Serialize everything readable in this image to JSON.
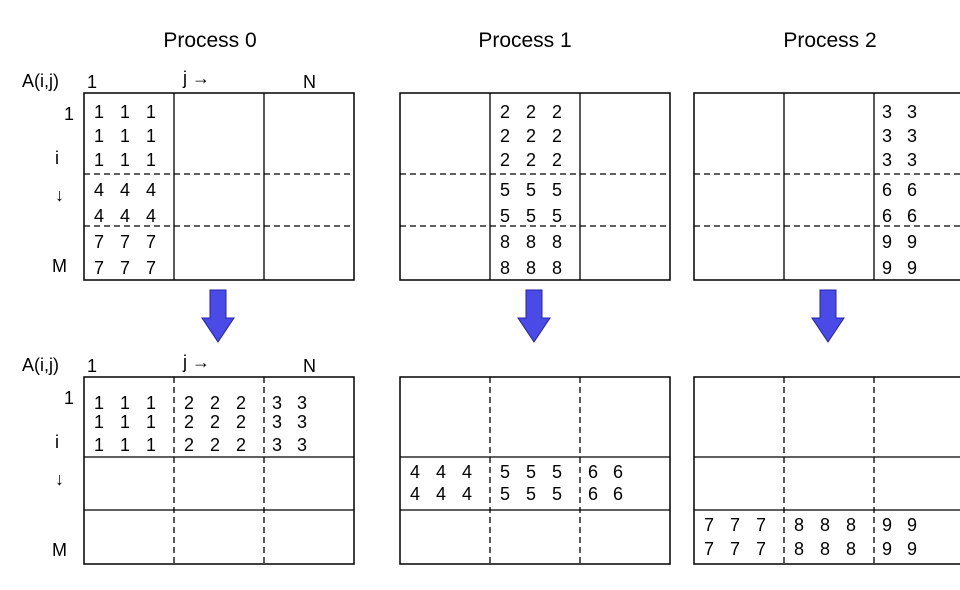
{
  "processes": [
    {
      "title": "Process 0",
      "axis": {
        "matrix_label": "A(i,j)",
        "col_first": "1",
        "col_arrow": "j →",
        "col_last": "N",
        "row_first": "1",
        "row_i": "i",
        "row_arrow": "↓",
        "row_last": "M"
      },
      "before": [
        {
          "col": 0,
          "row": 0,
          "values": [
            "1",
            "1",
            "1"
          ]
        },
        {
          "col": 0,
          "row": 1,
          "values": [
            "1",
            "1",
            "1"
          ]
        },
        {
          "col": 0,
          "row": 2,
          "values": [
            "1",
            "1",
            "1"
          ]
        },
        {
          "col": 0,
          "row": 3,
          "values": [
            "4",
            "4",
            "4"
          ]
        },
        {
          "col": 0,
          "row": 4,
          "values": [
            "4",
            "4",
            "4"
          ]
        },
        {
          "col": 0,
          "row": 5,
          "values": [
            "7",
            "7",
            "7"
          ]
        },
        {
          "col": 0,
          "row": 6,
          "values": [
            "7",
            "7",
            "7"
          ]
        }
      ],
      "after": [
        {
          "col": 0,
          "row": 0,
          "values": [
            "1",
            "1",
            "1"
          ]
        },
        {
          "col": 0,
          "row": 1,
          "values": [
            "1",
            "1",
            "1"
          ]
        },
        {
          "col": 0,
          "row": 2,
          "values": [
            "1",
            "1",
            "1"
          ]
        },
        {
          "col": 1,
          "row": 0,
          "values": [
            "2",
            "2",
            "2"
          ]
        },
        {
          "col": 1,
          "row": 1,
          "values": [
            "2",
            "2",
            "2"
          ]
        },
        {
          "col": 1,
          "row": 2,
          "values": [
            "2",
            "2",
            "2"
          ]
        },
        {
          "col": 2,
          "row": 0,
          "values": [
            "3",
            "3"
          ]
        },
        {
          "col": 2,
          "row": 1,
          "values": [
            "3",
            "3"
          ]
        },
        {
          "col": 2,
          "row": 2,
          "values": [
            "3",
            "3"
          ]
        }
      ]
    },
    {
      "title": "Process 1",
      "before": [
        {
          "col": 1,
          "row": 0,
          "values": [
            "2",
            "2",
            "2"
          ]
        },
        {
          "col": 1,
          "row": 1,
          "values": [
            "2",
            "2",
            "2"
          ]
        },
        {
          "col": 1,
          "row": 2,
          "values": [
            "2",
            "2",
            "2"
          ]
        },
        {
          "col": 1,
          "row": 3,
          "values": [
            "5",
            "5",
            "5"
          ]
        },
        {
          "col": 1,
          "row": 4,
          "values": [
            "5",
            "5",
            "5"
          ]
        },
        {
          "col": 1,
          "row": 5,
          "values": [
            "8",
            "8",
            "8"
          ]
        },
        {
          "col": 1,
          "row": 6,
          "values": [
            "8",
            "8",
            "8"
          ]
        }
      ],
      "after": [
        {
          "col": 0,
          "row": 3,
          "values": [
            "4",
            "4",
            "4"
          ]
        },
        {
          "col": 0,
          "row": 4,
          "values": [
            "4",
            "4",
            "4"
          ]
        },
        {
          "col": 1,
          "row": 3,
          "values": [
            "5",
            "5",
            "5"
          ]
        },
        {
          "col": 1,
          "row": 4,
          "values": [
            "5",
            "5",
            "5"
          ]
        },
        {
          "col": 2,
          "row": 3,
          "values": [
            "6",
            "6"
          ]
        },
        {
          "col": 2,
          "row": 4,
          "values": [
            "6",
            "6"
          ]
        }
      ]
    },
    {
      "title": "Process 2",
      "before": [
        {
          "col": 2,
          "row": 0,
          "values": [
            "3",
            "3"
          ]
        },
        {
          "col": 2,
          "row": 1,
          "values": [
            "3",
            "3"
          ]
        },
        {
          "col": 2,
          "row": 2,
          "values": [
            "3",
            "3"
          ]
        },
        {
          "col": 2,
          "row": 3,
          "values": [
            "6",
            "6"
          ]
        },
        {
          "col": 2,
          "row": 4,
          "values": [
            "6",
            "6"
          ]
        },
        {
          "col": 2,
          "row": 5,
          "values": [
            "9",
            "9"
          ]
        },
        {
          "col": 2,
          "row": 6,
          "values": [
            "9",
            "9"
          ]
        }
      ],
      "after": [
        {
          "col": 0,
          "row": 5,
          "values": [
            "7",
            "7",
            "7"
          ]
        },
        {
          "col": 0,
          "row": 6,
          "values": [
            "7",
            "7",
            "7"
          ]
        },
        {
          "col": 1,
          "row": 5,
          "values": [
            "8",
            "8",
            "8"
          ]
        },
        {
          "col": 1,
          "row": 6,
          "values": [
            "8",
            "8",
            "8"
          ]
        },
        {
          "col": 2,
          "row": 5,
          "values": [
            "9",
            "9"
          ]
        },
        {
          "col": 2,
          "row": 6,
          "values": [
            "9",
            "9"
          ]
        }
      ]
    }
  ],
  "colors": {
    "arrow_fill": "#4a4ae6",
    "arrow_stroke": "#2222aa",
    "line": "#000000"
  },
  "icons": {
    "transition": "down-arrow-icon"
  }
}
